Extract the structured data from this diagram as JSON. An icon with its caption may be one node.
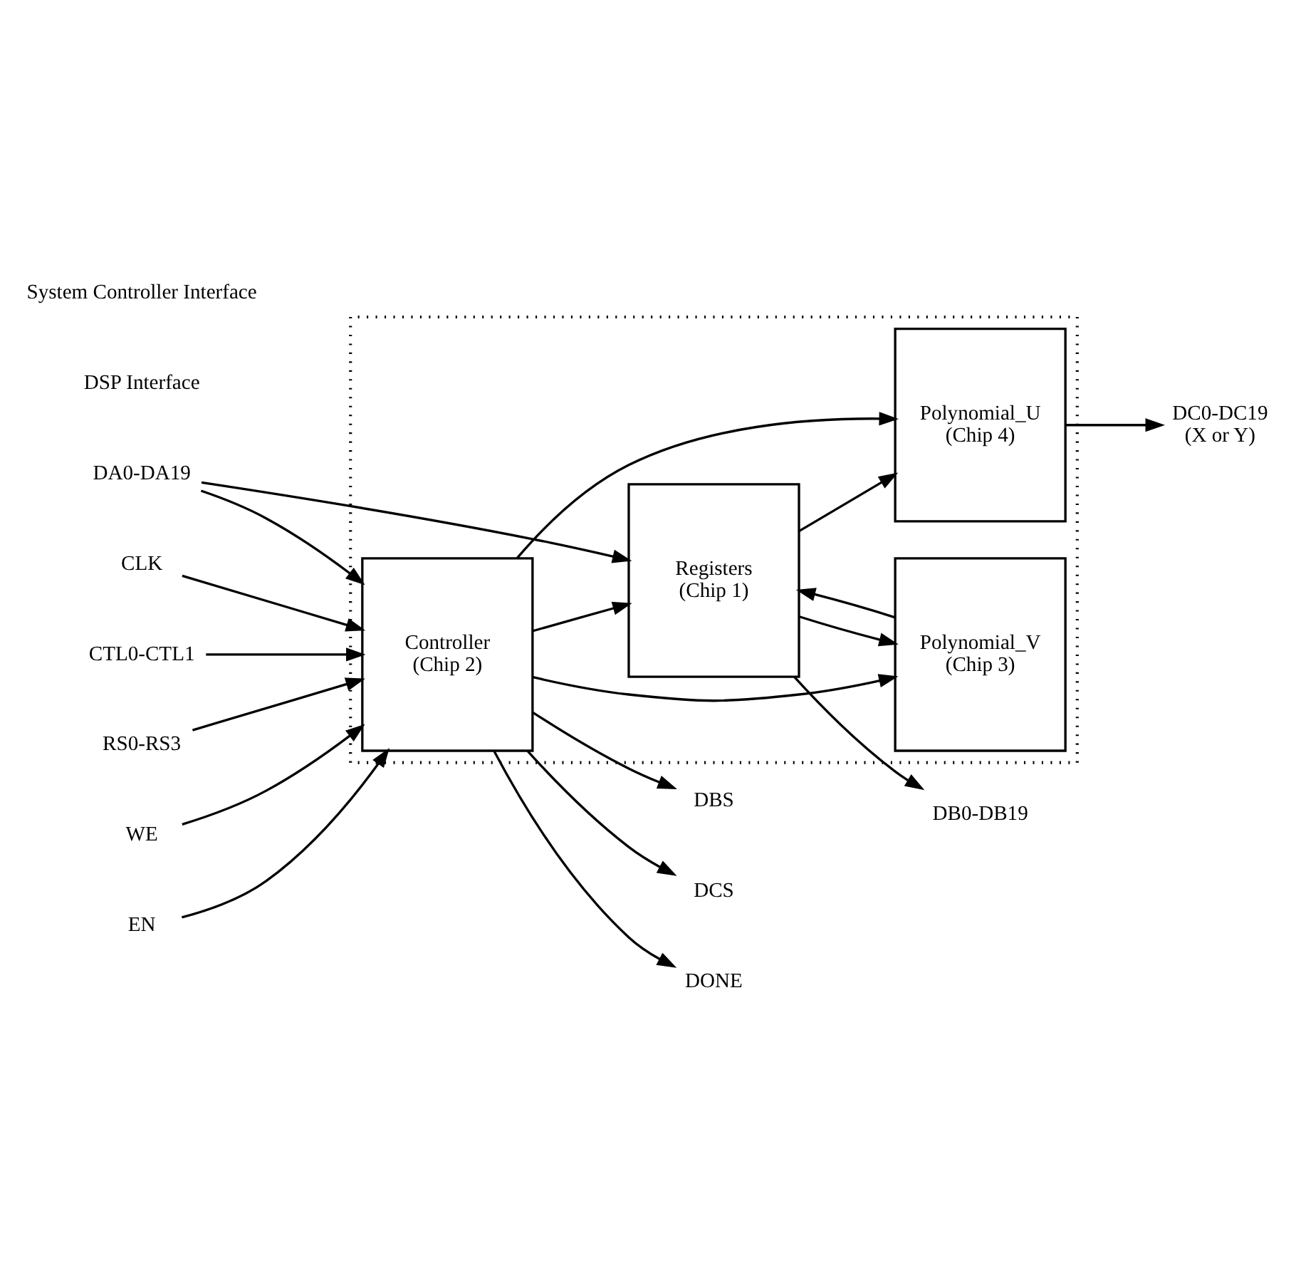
{
  "diagram": {
    "nodes": [
      {
        "text": [],
        "shape": "box"
      },
      {
        "text": [
          "Registers",
          "(Chip 1)"
        ],
        "in": 0
      },
      {
        "text": [
          "Polynomial_V",
          "(Chip 3)"
        ],
        "in": 0
      },
      {
        "text": [
          "Controller",
          "(Chip 2)"
        ],
        "in": 0
      },
      {
        "text": [
          "Polynomial_U",
          "(Chip 4)"
        ],
        "in": 0
      },
      {
        "text": [
          "DA0-DA19"
        ]
      },
      {
        "text": [
          "DB0-DB19"
        ]
      },
      {
        "text": [
          "DBS"
        ]
      },
      {
        "text": [
          "DCS"
        ]
      },
      {
        "text": [
          "CTL0-CTL1"
        ]
      },
      {
        "text": [
          "RS0-RS3"
        ]
      },
      {
        "text": [
          "WE"
        ]
      },
      {
        "text": [
          "EN"
        ]
      },
      {
        "text": [
          "CLK"
        ]
      },
      {
        "text": [
          "DONE"
        ]
      },
      {
        "text": [
          "DC0-DC19",
          "(X or Y)"
        ]
      }
    ],
    "edges": [
      {
        "from": 5,
        "to": 1,
        "arrow": "to"
      },
      {
        "from": 5,
        "to": 3,
        "arrow": "to"
      },
      {
        "from": 1,
        "to": 2,
        "arrow": "to"
      },
      {
        "from": 1,
        "to": 6,
        "arrow": "to"
      },
      {
        "from": 1,
        "to": 4,
        "arrow": "to"
      },
      {
        "from": 2,
        "to": 1,
        "arrow": "to"
      },
      {
        "from": 3,
        "to": 1,
        "arrow": "to"
      },
      {
        "from": 3,
        "to": 7,
        "arrow": "to"
      },
      {
        "from": 3,
        "to": 8,
        "arrow": "to"
      },
      {
        "from": 3,
        "to": 2,
        "arrow": "to"
      },
      {
        "from": 3,
        "to": 4,
        "arrow": "to"
      },
      {
        "from": 4,
        "to": 15,
        "arrow": "to"
      },
      {
        "from": 9,
        "to": 3,
        "arrow": "to"
      },
      {
        "from": 10,
        "to": 3,
        "arrow": "to"
      },
      {
        "from": 11,
        "to": 3,
        "arrow": "to"
      },
      {
        "from": 12,
        "to": 3,
        "arrow": "to"
      },
      {
        "from": 13,
        "to": 3,
        "arrow": "to"
      },
      {
        "from": 3,
        "to": 14,
        "arrow": "to"
      }
    ],
    "labels": [
      "DSP Interface",
      "System Controller Interface"
    ]
  }
}
